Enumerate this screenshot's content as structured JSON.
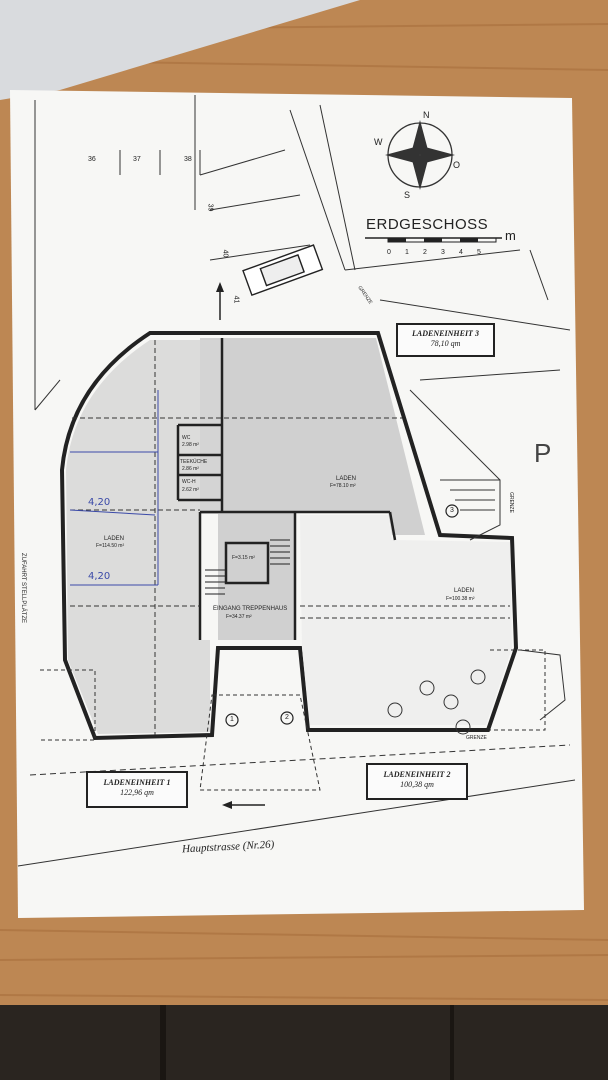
{
  "plan": {
    "title": "ERDGESCHOSS",
    "scale_unit": "m",
    "scale_ticks": [
      "0",
      "1",
      "2",
      "3",
      "4",
      "5"
    ],
    "compass": [
      "N",
      "O",
      "S",
      "W"
    ],
    "parking_numbers": [
      "36",
      "37",
      "38",
      "39",
      "40",
      "41"
    ],
    "side_label": "ZUFAHRT STELLPLÄTZE",
    "street": "Hauptstrasse (Nr.26)",
    "boundary_label": "GRENZE",
    "parking_letter": "P",
    "units": [
      {
        "name": "LADENEINHEIT 1",
        "area": "122,96 qm"
      },
      {
        "name": "LADENEINHEIT 2",
        "area": "100,38 qm"
      },
      {
        "name": "LADENEINHEIT 3",
        "area": "78,10 qm"
      }
    ],
    "rooms": {
      "laden1": {
        "label": "LADEN",
        "area": "F=114.50 m²"
      },
      "laden2": {
        "label": "LADEN",
        "area": "F=100.38 m²"
      },
      "laden3": {
        "label": "LADEN",
        "area": "F=78.10 m²"
      },
      "wc1": {
        "label": "WC",
        "area": "2.98 m²"
      },
      "teekueche": {
        "label": "TEEKÜCHE",
        "area": "2.86 m²"
      },
      "wc2": {
        "label": "WC-H",
        "area": "2.62 m²"
      },
      "treppenhaus": {
        "label": "EINGANG TREPPENHAUS",
        "area": "F=34.37 m²"
      },
      "aufzug": {
        "area": "F=3.15 m²"
      }
    },
    "entrance_markers": [
      "1",
      "2",
      "3"
    ],
    "handwritten": [
      "4,20",
      "4,20"
    ]
  }
}
